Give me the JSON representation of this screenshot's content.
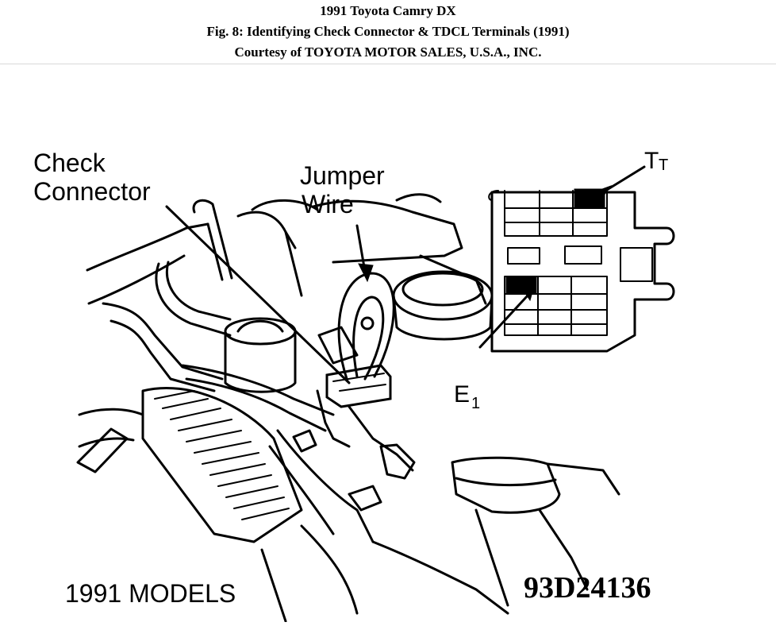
{
  "header": {
    "vehicle": "1991 Toyota Camry DX",
    "figure_title": "Fig. 8: Identifying Check Connector & TDCL Terminals (1991)",
    "courtesy": "Courtesy of TOYOTA MOTOR SALES, U.S.A., INC."
  },
  "diagram": {
    "labels": {
      "check": "Check",
      "connector": "Connector",
      "jumper": "Jumper",
      "wire": "Wire",
      "tt_main": "T",
      "tt_sub": "T",
      "e1_main": "E",
      "e1_sub": "1",
      "models": "1991 MODELS",
      "code": "93D24136"
    }
  }
}
